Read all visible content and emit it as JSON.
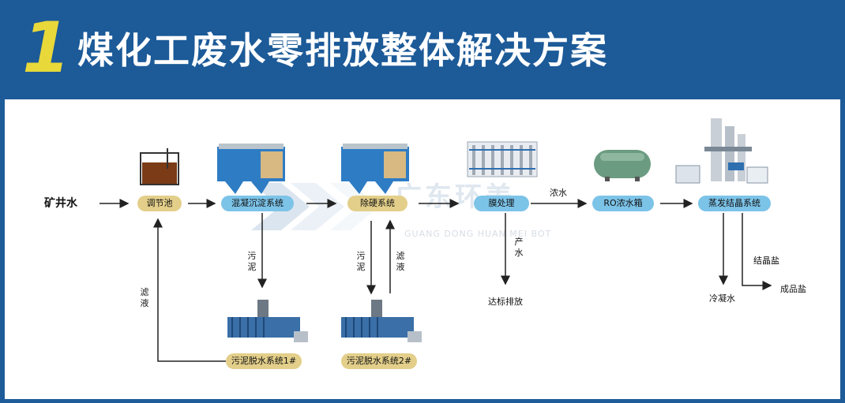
{
  "header": {
    "number": "1",
    "title": "煤化工废水零排放整体解决方案"
  },
  "watermark": {
    "name": "广东环美",
    "sub": "GUANG DONG HUAN MEI BOT"
  },
  "flow": {
    "source": "矿井水",
    "nodes": {
      "adjust_tank": "调节池",
      "coag_sediment": "混凝沉淀系统",
      "softening": "除硬系统",
      "membrane": "膜处理",
      "ro_tank": "RO浓水箱",
      "evaporation": "蒸发结晶系统",
      "sludge1": "污泥脱水系统1#",
      "sludge2": "污泥脱水系统2#"
    },
    "labels": {
      "filtrate_left": "滤液",
      "sludge_a": "污泥",
      "sludge_b": "污泥",
      "filtrate_right": "滤液",
      "concentrate": "浓水",
      "product_water": "产水",
      "discharge": "达标排放",
      "crystal_salt": "结晶盐",
      "finished_salt": "成品盐",
      "condensate": "冷凝水"
    }
  },
  "colors": {
    "header_bg": "#1c5a98",
    "accent_yellow": "#e8d83a",
    "pill_blue": "#7cc3e8",
    "pill_gold": "#e3cf8a"
  }
}
